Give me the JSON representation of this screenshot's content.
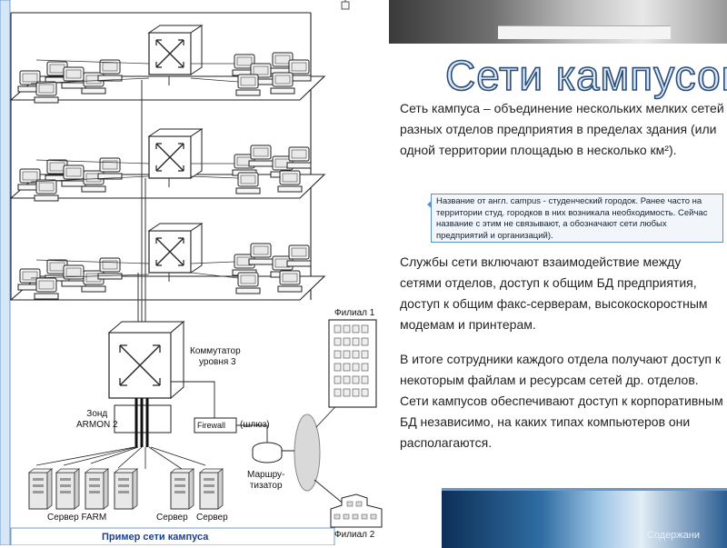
{
  "diagram": {
    "switch3_label": [
      "Коммутатор",
      "уровня 3"
    ],
    "branch1_label": "Филиал 1",
    "branch2_label": "Филиал 2",
    "probe_label": [
      "Зонд",
      "ARMON 2"
    ],
    "firewall_label": "Firewall",
    "gateway_label": "(шлюз)",
    "router_label": [
      "Маршру-",
      "тизатор"
    ],
    "server_farm_label": "Сервер FARM",
    "server_a_label": "Сервер",
    "server_b_label": "Сервер",
    "caption": "Пример сети кампуса"
  },
  "slide": {
    "title": "Сети кампусов",
    "para1": "Сеть кампуса – объединение нескольких мелких сетей разных отделов предприятия в пределах здания (или одной территории площадью в несколько км²).",
    "note": "Название от англ. campus - студенческий городок. Ранее часто на территории студ. городков в них возникала необходимость. Сейчас название с этим не связывают, а обозначают сети любых предприятий и организаций).",
    "para2": "Службы сети включают взаимодействие между сетями отделов, доступ к общим БД предприятия, доступ к общим факс-серверам, высокоскоростным модемам и принтерам.",
    "para3": "В итоге сотрудники каждого отдела получают доступ к некоторым файлам и ресурсам сетей др. отделов. Сети кампусов обеспечивают доступ к корпоративным БД независимо, на каких типах компьютеров они располагаются.",
    "footer_link": "Содержани"
  },
  "colors": {
    "accent": "#2a4d7a",
    "title_fill": "#dbe8f4",
    "note_border": "#5b8fc9",
    "caption": "#1b3f8f"
  }
}
